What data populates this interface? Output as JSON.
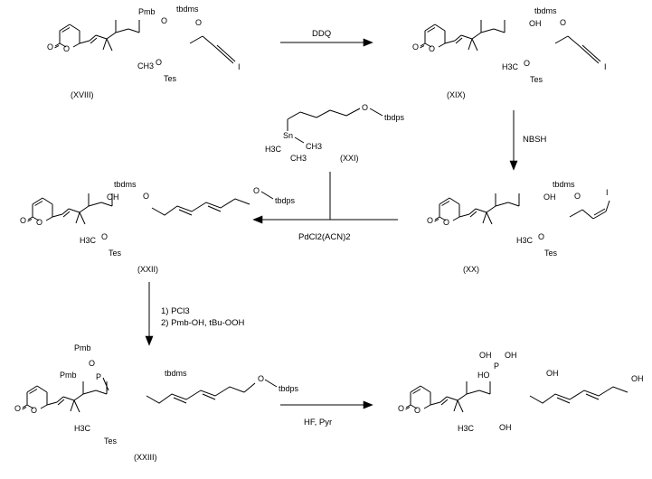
{
  "compounds": [
    {
      "id": "XVIII",
      "label": "(XVIII)",
      "groups": [
        "Pmb",
        "tbdms",
        "Tes",
        "O",
        "O",
        "O",
        "O",
        "I",
        "CH3"
      ]
    },
    {
      "id": "XIX",
      "label": "(XIX)",
      "groups": [
        "tbdms",
        "OH",
        "Tes",
        "O",
        "O",
        "O",
        "I",
        "H3C"
      ]
    },
    {
      "id": "XX",
      "label": "(XX)",
      "groups": [
        "tbdms",
        "OH",
        "Tes",
        "O",
        "O",
        "O",
        "I",
        "H3C"
      ]
    },
    {
      "id": "XXI",
      "label": "(XXI)",
      "groups": [
        "Sn",
        "CH3",
        "H3C",
        "CH3",
        "O",
        "tbdps"
      ]
    },
    {
      "id": "XXII",
      "label": "(XXII)",
      "groups": [
        "tbdms",
        "OH",
        "Tes",
        "O",
        "O",
        "O",
        "tbdps",
        "H3C"
      ]
    },
    {
      "id": "XXIII",
      "label": "(XXIII)",
      "groups": [
        "Pmb",
        "Pmb",
        "O",
        "P",
        "tbdms",
        "tbdps",
        "Tes",
        "H3C"
      ]
    },
    {
      "id": "final",
      "label": "",
      "groups": [
        "OH",
        "OH",
        "HO",
        "P",
        "OH",
        "OH",
        "OH",
        "H3C"
      ]
    }
  ],
  "reagents": {
    "step1": "DDQ",
    "step2": "NBSH",
    "step3": "PdCl2(ACN)2",
    "step4_a": "1) PCl3",
    "step4_b": "2) Pmb-OH, tBu-OOH",
    "step5": "HF, Pyr"
  }
}
